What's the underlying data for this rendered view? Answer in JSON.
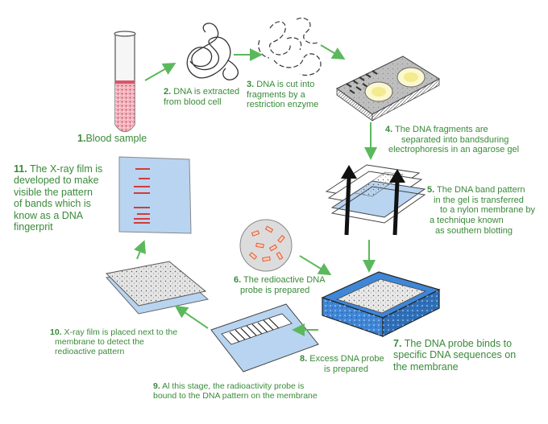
{
  "steps": {
    "s1": {
      "num": "1.",
      "text": "Blood sample"
    },
    "s2": {
      "num": "2.",
      "l1": "DNA is extracted",
      "l2": "from blood cell"
    },
    "s3": {
      "num": "3.",
      "l1": "DNA is cut into",
      "l2": "fragments by a",
      "l3": "restriction enzyme"
    },
    "s4": {
      "num": "4.",
      "l1": "The DNA fragments are",
      "l2": "separated into bandsduring",
      "l3": "electrophoresis in an agarose gel"
    },
    "s5": {
      "num": "5.",
      "l1": "The DNA band pattern",
      "l2": "in the gel is transferred",
      "l3": "to a nylon membrane by",
      "l4": "a technique known",
      "l5": "as southern blotting"
    },
    "s6": {
      "num": "6.",
      "l1": "The redioactive DNA",
      "l2": "probe is prepared"
    },
    "s7": {
      "num": "7.",
      "l1": "The DNA probe binds to",
      "l2": "specific DNA sequences on",
      "l3": "the membrane"
    },
    "s8": {
      "num": "8.",
      "l1": "Excess DNA probe",
      "l2": "is prepared"
    },
    "s9": {
      "num": "9.",
      "l1": "Al this stage, the radioactivity probe is",
      "l2": "bound to the DNA pattern on the membrane"
    },
    "s10": {
      "num": "10.",
      "l1": "X-ray film is placed next to the",
      "l2": "membrane to detect the",
      "l3": "redioactive pattern"
    },
    "s11": {
      "num": "11.",
      "l1": "The  X-ray film is",
      "l2": "developed to make",
      "l3": "visible the pattern",
      "l4": "of bands which is",
      "l5": "know as a DNA",
      "l6": "fingerprit"
    }
  },
  "colors": {
    "label": "#3a8a3a",
    "arrow": "#5cb85c",
    "blood": "#d9566a",
    "membrane": "#b8d4f0",
    "tray_water": "#3f86d6",
    "probe_fragment": "#e4572e"
  }
}
